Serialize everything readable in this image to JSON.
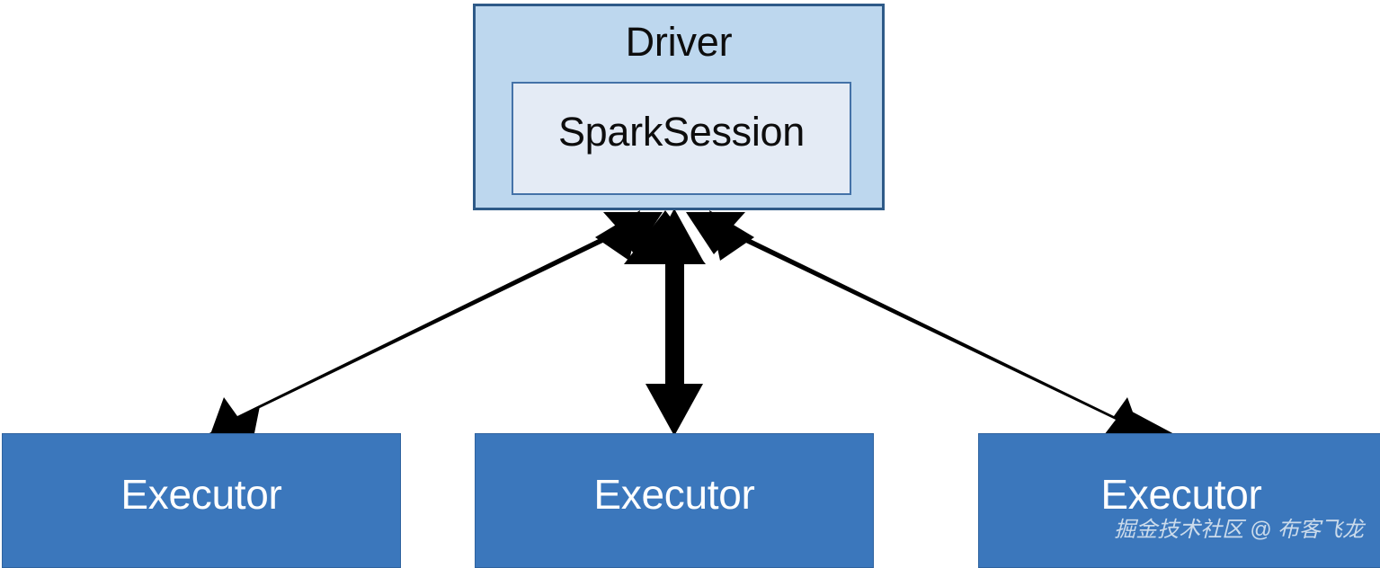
{
  "diagram": {
    "type": "spark-cluster-architecture",
    "background_color": "#ffffff",
    "driver": {
      "label": "Driver",
      "fill_color": "#BDD7EE",
      "border_color": "#2E5A88",
      "inner": {
        "label": "SparkSession",
        "fill_color": "#E4EBF5",
        "border_color": "#4472A8"
      }
    },
    "executors": [
      {
        "label": "Executor",
        "fill_color": "#3B77BC"
      },
      {
        "label": "Executor",
        "fill_color": "#3B77BC"
      },
      {
        "label": "Executor",
        "fill_color": "#3B77BC"
      }
    ],
    "connectors": {
      "color": "#000000",
      "items": [
        {
          "name": "driver-to-executor-1",
          "style": "double-headed-arrow",
          "from": "driver",
          "to": "executor-1"
        },
        {
          "name": "driver-to-executor-2",
          "style": "double-headed-arrow",
          "from": "driver",
          "to": "executor-2"
        },
        {
          "name": "driver-to-executor-3",
          "style": "double-headed-arrow",
          "from": "driver",
          "to": "executor-3"
        }
      ]
    },
    "watermark": {
      "text": "掘金技术社区 @ 布客飞龙",
      "color": "#d8e4f0"
    }
  }
}
